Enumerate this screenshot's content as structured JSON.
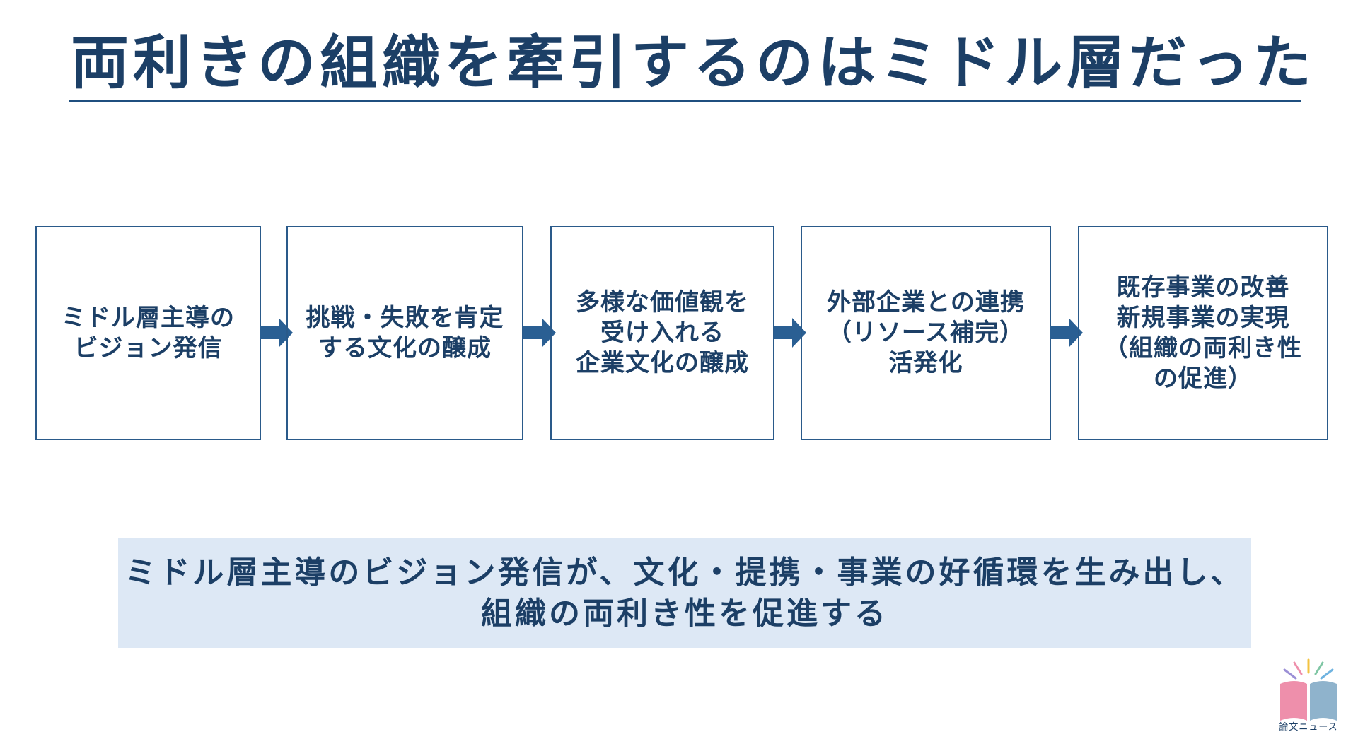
{
  "title": "両利きの組織を牽引するのはミドル層だった",
  "flow": {
    "steps": [
      "ミドル層主導の\nビジョン発信",
      "挑戦・失敗を肯定\nする文化の醸成",
      "多様な価値観を\n受け入れる\n企業文化の醸成",
      "外部企業との連携\n（リソース補完）\n活発化",
      "既存事業の改善\n新規事業の実現\n（組織の両利き性\nの促進）"
    ]
  },
  "summary": "ミドル層主導のビジョン発信が、文化・提携・事業の好循環を生み出し、\n組織の両利き性を促進する",
  "logo": {
    "text": "論文ニュース"
  },
  "colors": {
    "primary": "#1c3f66",
    "arrow": "#2a5f93",
    "box_border": "#2a5a8a",
    "summary_bg": "#dde8f5",
    "logo_pink": "#ee8fab",
    "logo_blue": "#8fb3cc"
  }
}
